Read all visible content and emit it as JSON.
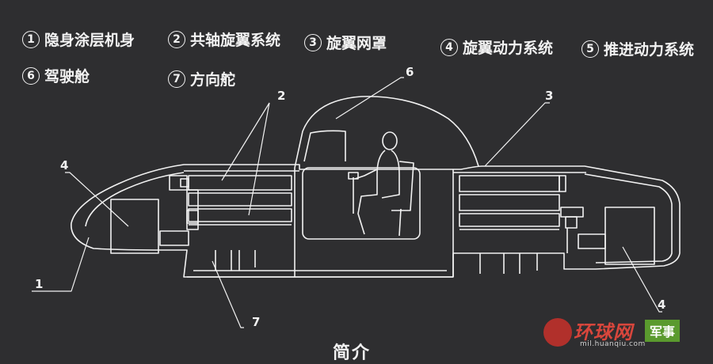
{
  "legend": [
    {
      "num": "1",
      "label": "隐身涂层机身"
    },
    {
      "num": "2",
      "label": "共轴旋翼系统"
    },
    {
      "num": "3",
      "label": "旋翼网罩"
    },
    {
      "num": "4",
      "label": "旋翼动力系统"
    },
    {
      "num": "5",
      "label": "推进动力系统"
    },
    {
      "num": "6",
      "label": "驾驶舱"
    },
    {
      "num": "7",
      "label": "方向舵"
    }
  ],
  "callouts": [
    "1",
    "2",
    "3",
    "4",
    "4",
    "6",
    "7"
  ],
  "caption": "简介",
  "watermark": {
    "brand": "环球网",
    "tag": "军事",
    "url": "mil.huanqiu.com"
  },
  "colors": {
    "background": "#2e2e30",
    "line": "#f2f2f2",
    "watermark_red": "#d8463c",
    "watermark_green": "#5a9a2e"
  }
}
